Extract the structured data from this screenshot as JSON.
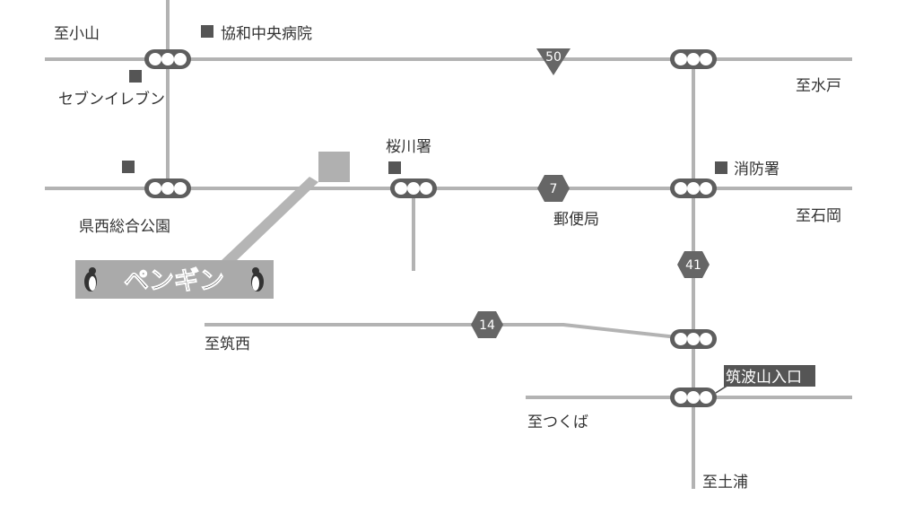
{
  "labels": {
    "to_oyama": "至小山",
    "kyowa_hospital": "協和中央病院",
    "seven_eleven": "セブンイレブン",
    "to_mito": "至水戸",
    "sakuragawa_police": "桜川署",
    "fire_station": "消防署",
    "kensei_park": "県西総合公園",
    "post_office": "郵便局",
    "to_ishioka": "至石岡",
    "to_chikusei": "至筑西",
    "tsukubasan_entrance": "筑波山入口",
    "to_tsukuba": "至つくば",
    "to_tsuchiura": "至土浦"
  },
  "destination": {
    "name": "ペンギン"
  },
  "routes": {
    "r50": "50",
    "r7": "7",
    "r41": "41",
    "r14": "14"
  },
  "colors": {
    "road": "#b3b3b3",
    "signal": "#5e5e5e",
    "marker": "#555555",
    "destination": "#aaaaaa"
  }
}
